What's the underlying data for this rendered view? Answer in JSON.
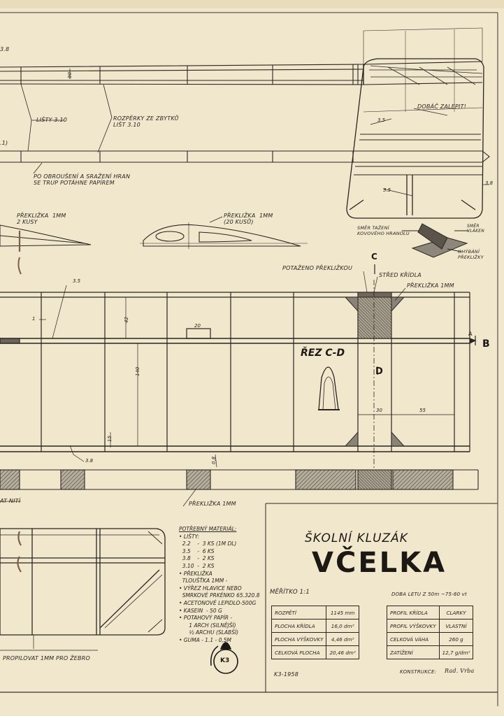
{
  "title_block": {
    "subtitle": "ŠKOLNÍ  KLUZÁK",
    "name": "VČELKA",
    "scale": "MĚŘÍTKO  1:1",
    "flight_time": "DOBA LETU Z 50m  ~75-80 vt",
    "signature_label": "KONSTRUKCE:",
    "signature": "Rad. Vrba",
    "year_mark": "K3-1958",
    "logo_text": "K3"
  },
  "spec_left": [
    {
      "label": "ROZPĚTÍ",
      "value": "1145 mm"
    },
    {
      "label": "PLOCHA KŘÍDLA",
      "value": "16,0 dm²"
    },
    {
      "label": "PLOCHA VÝŠKOVKY",
      "value": "4,46 dm²"
    },
    {
      "label": "CELKOVÁ PLOCHA",
      "value": "20,46 dm²"
    }
  ],
  "spec_right": [
    {
      "label": "PROFIL KŘÍDLA",
      "value": "CLARKY"
    },
    {
      "label": "PROFIL VÝŠKOVKY",
      "value": "VLASTNÍ"
    },
    {
      "label": "CELKOVÁ VÁHA",
      "value": "260 g"
    },
    {
      "label": "ZATÍŽENÍ",
      "value": "12,7 g/dm²"
    }
  ],
  "materials": {
    "heading": "POTŘEBNÝ MATERIÁL:",
    "lines": [
      "• LIŠTY:",
      "  2.2    -  3 ks (1m dl)",
      "  3.5    -  6 ks",
      "  3.8    -  2 ks",
      "  3.10  -  2 ks",
      "• PŘEKLIŽKA",
      "  TLOUŠŤKA 1mm -",
      "• VÝŘEZ HLAVICE nebo",
      "  SMRKOVÉ PRKÉNKO 65.320.8",
      "• ACETONOVÉ LEPIDLO-500g",
      "• KASEIN  - 50 g",
      "• POTAHOVÝ PAPÍR -",
      "      1 ARCH (SILNĚJŠÍ)",
      "      ½ ARCHU (SLABŠÍ)",
      "• GUMA - 1.1 - 0,5m"
    ]
  },
  "labels": {
    "top_left_38": "3.8",
    "listy_310": "LIŠTY  3.10",
    "rozperky": "ROZPĚRKY ZE ZBYTKŮ\nLIŠT 3.10",
    "po_obrouseni": "PO OBROUŠENÍ A SRAŽENÍ HRAN\nSE TRUP POTÁHNE PAPÍREM",
    "left_edge_1": ".1)",
    "dobac_zalepit": "DOBÁČ ZALEPIT!",
    "stab_35a": "3.5",
    "stab_35b": "3.5",
    "stab_38": "3.8",
    "preklizka_2kusy": "PŘEKLIŽKA  1mm\n2 KUSY",
    "preklizka_20kusu": "PŘEKLIŽKA  1mm\n(20 KUSŮ)",
    "smer_tazeni": "SMĚR TAŽENÍ\nKOVOVÉHO HRANOLU",
    "smer_vlaken": "SMĚR\nVLÁKEN",
    "ohybani": "OHÝBÁNÍ\nPŘEKLIŽKY",
    "potazeno": "POTAŽENO PŘEKLIŽKOU",
    "mark_c": "C",
    "stred_kridla": "STŘED KŘÍDLA",
    "preklizka_1mm_a": "PŘEKLIŽKA  1mm",
    "wing_35": "3.5",
    "dim_1": "1",
    "dim_42": "42",
    "dim_20": "20",
    "dim_140": "140",
    "mark_a": "A",
    "mark_b": "B",
    "rez_cd": "ŘEZ C-D",
    "mark_d": "D",
    "dim_30": "30",
    "dim_55": "55",
    "dim_15": "15",
    "wing_38": "3.8",
    "dim_0_8": "0,8",
    "preklizka_1mm_b": "PŘEKLIŽKA  1mm",
    "nit": "AT NITÍ",
    "propilovat": "PROPILOVAT   1mm PRO ŽEBRO",
    "dim_90": "90"
  },
  "colors": {
    "paper": "#f1e7cc",
    "ink": "#2a2520",
    "plywood": "#8a8478",
    "dark": "#1c1915"
  }
}
